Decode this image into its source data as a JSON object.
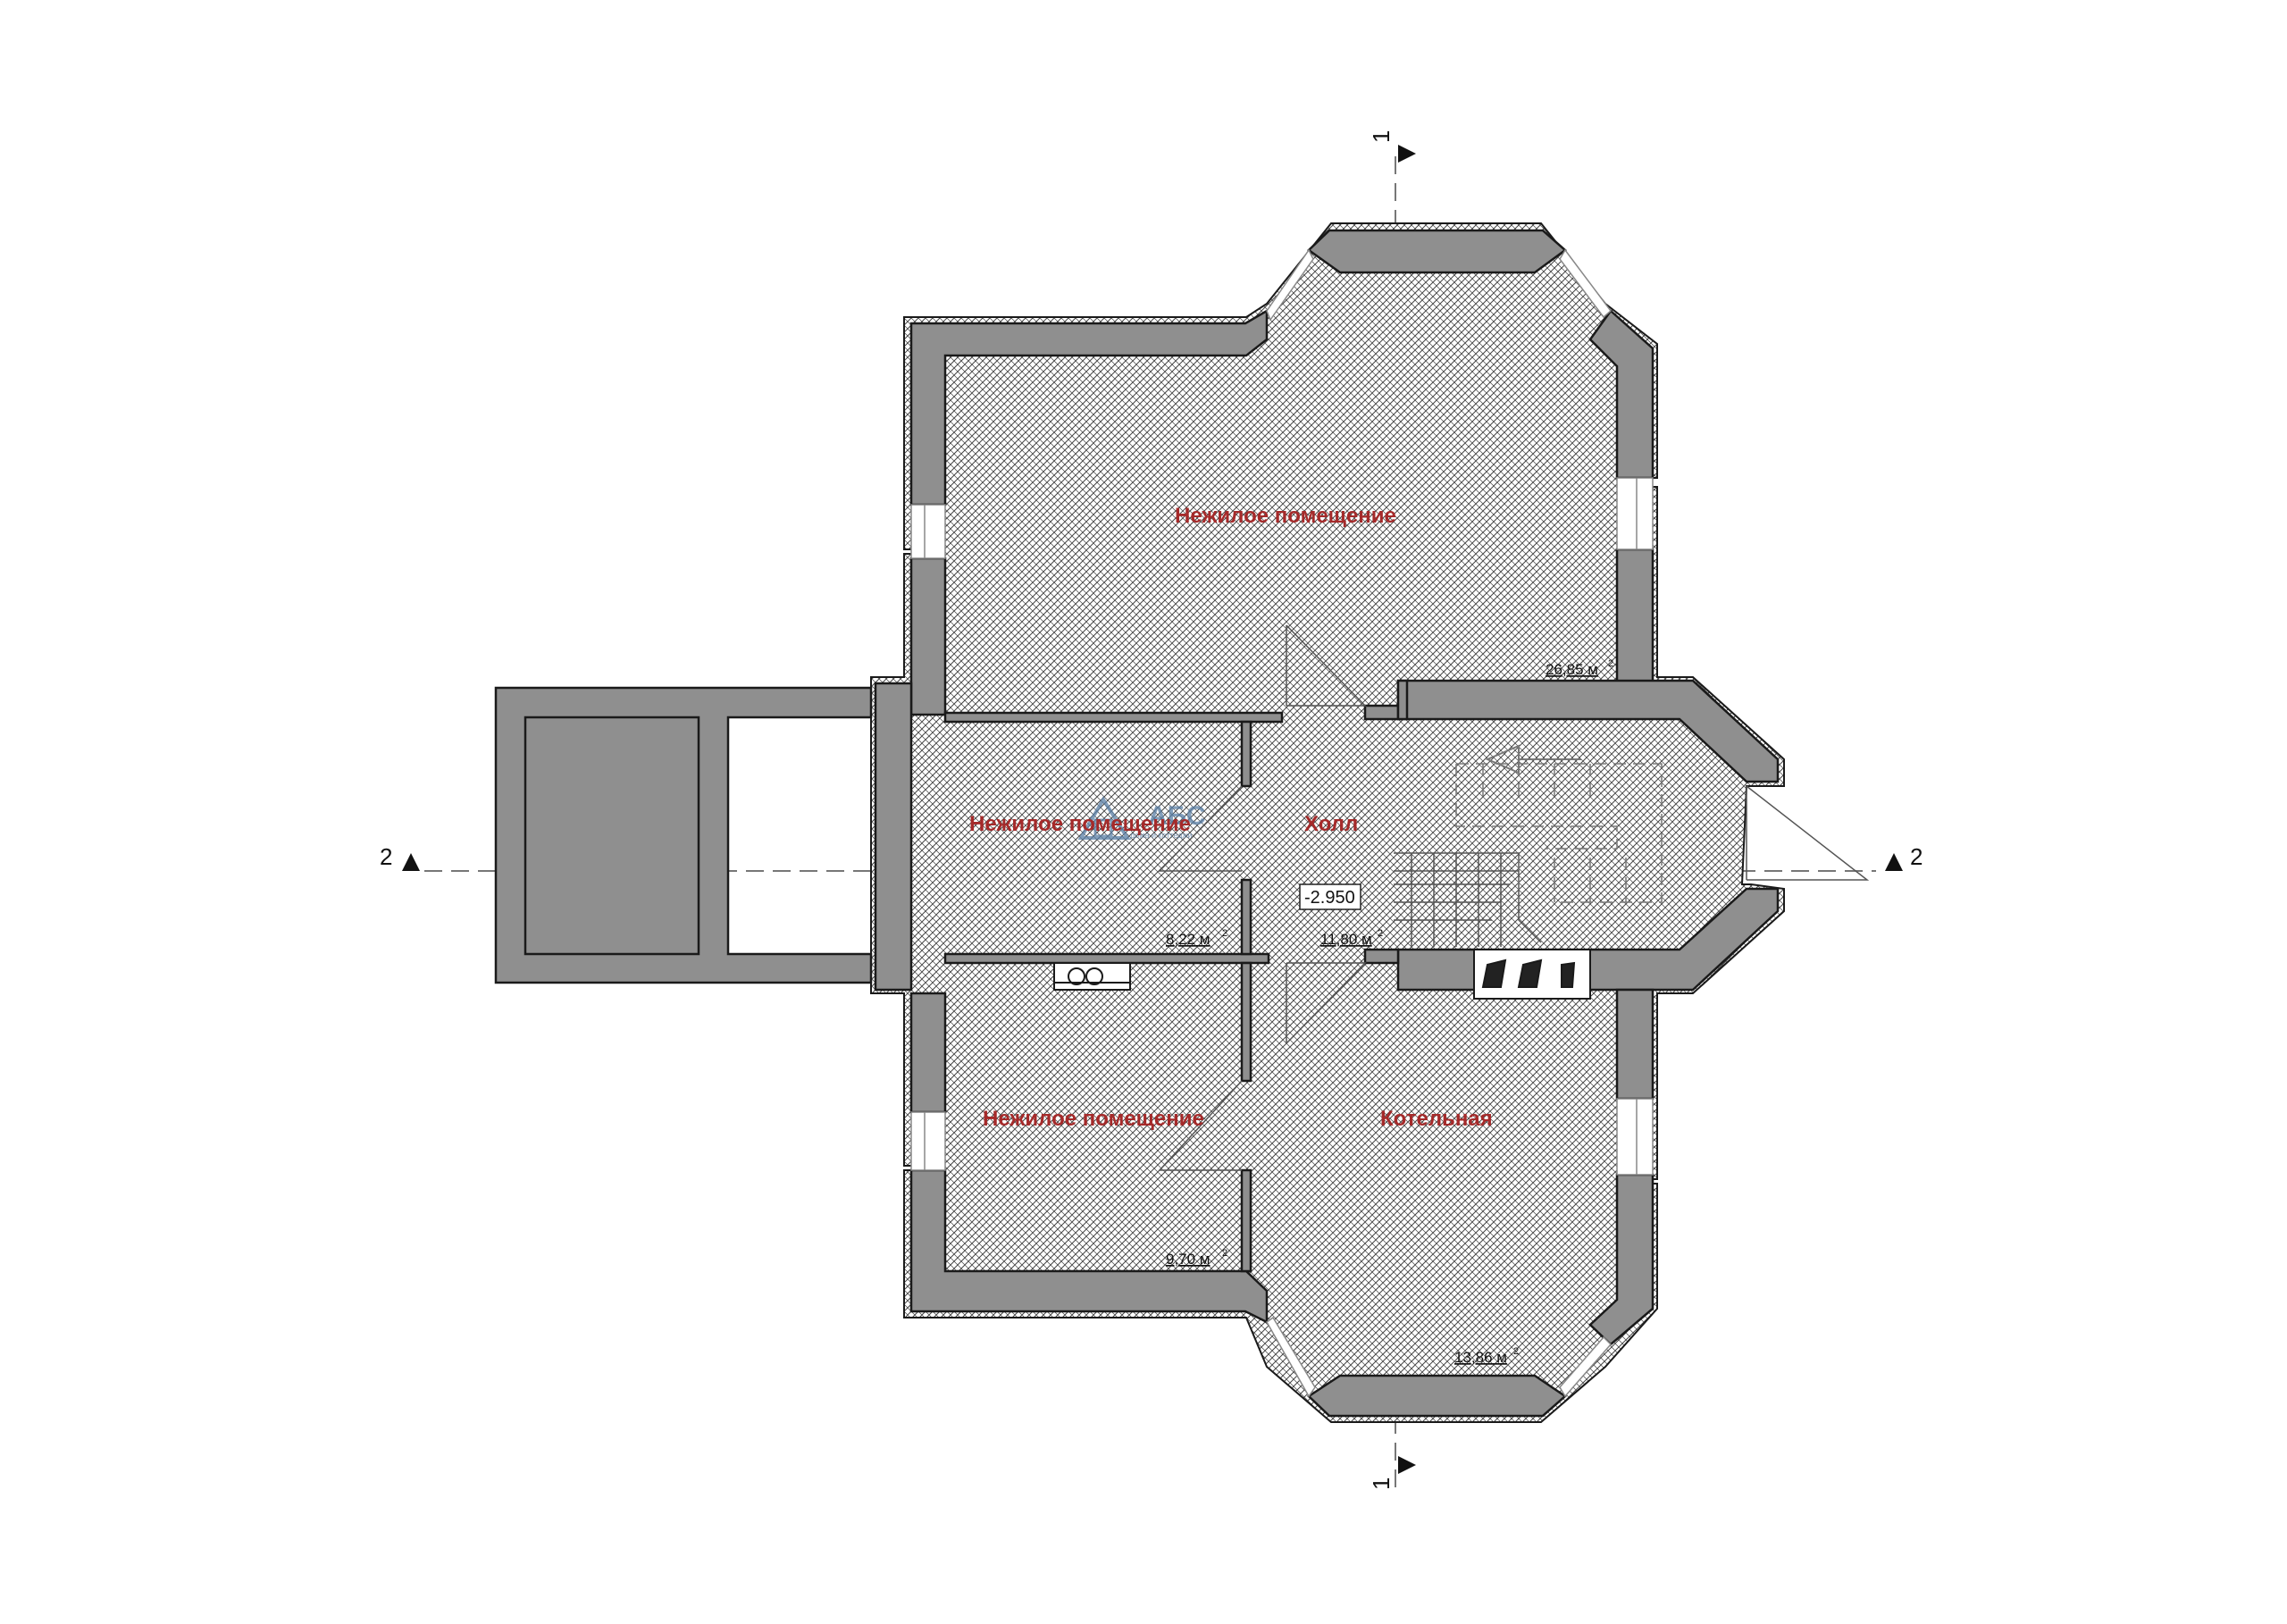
{
  "colors": {
    "wall": "#8f8f8f",
    "wall_stroke": "#1a1a1a",
    "label": "#a52a2a",
    "axis": "#666666"
  },
  "rooms": [
    {
      "name": "Нежилое помещение",
      "area": "26,85 м"
    },
    {
      "name": "Нежилое помещение",
      "area": "8,22 м"
    },
    {
      "name": "Холл",
      "area": "11,80 м"
    },
    {
      "name": "Нежилое помещение",
      "area": "9,70 м"
    },
    {
      "name": "Котельная",
      "area": "13,86 м"
    }
  ],
  "area_unit_superscript": "2",
  "level_mark": "-2.950",
  "section_marks": {
    "vertical": "1",
    "horizontal": "2"
  },
  "logo": {
    "text": "АБС",
    "subtitle": "дома и коттеджи"
  }
}
